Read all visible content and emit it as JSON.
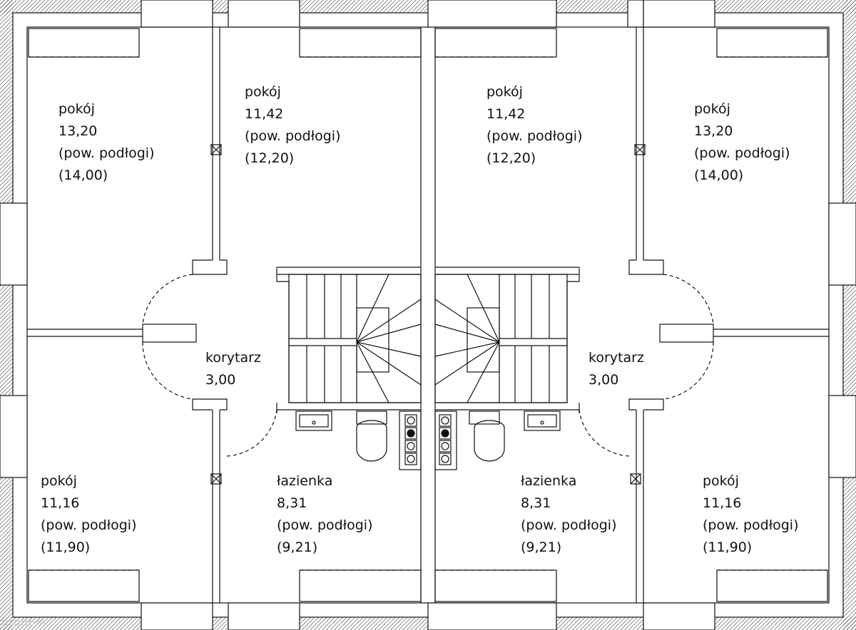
{
  "plan": {
    "rooms": [
      {
        "id": "room-top-left",
        "lines": [
          "pokój",
          "13,20",
          "(pow. podłogi)",
          "(14,00)"
        ]
      },
      {
        "id": "room-top-center-l",
        "lines": [
          "pokój",
          "11,42",
          "(pow. podłogi)",
          "(12,20)"
        ]
      },
      {
        "id": "room-top-center-r",
        "lines": [
          "pokój",
          "11,42",
          "(pow. podłogi)",
          "(12,20)"
        ]
      },
      {
        "id": "room-top-right",
        "lines": [
          "pokój",
          "13,20",
          "(pow. podłogi)",
          "(14,00)"
        ]
      },
      {
        "id": "corridor-left",
        "lines": [
          "korytarz",
          "3,00"
        ]
      },
      {
        "id": "corridor-right",
        "lines": [
          "korytarz",
          "3,00"
        ]
      },
      {
        "id": "room-bottom-left",
        "lines": [
          "pokój",
          "11,16",
          "(pow. podłogi)",
          "(11,90)"
        ]
      },
      {
        "id": "bath-left",
        "lines": [
          "łazienka",
          "8,31",
          "(pow. podłogi)",
          "(9,21)"
        ]
      },
      {
        "id": "bath-right",
        "lines": [
          "łazienka",
          "8,31",
          "(pow. podłogi)",
          "(9,21)"
        ]
      },
      {
        "id": "room-bottom-right",
        "lines": [
          "pokój",
          "11,16",
          "(pow. podłogi)",
          "(11,90)"
        ]
      }
    ],
    "watermark": "otodom",
    "colors": {
      "wall": "#111111",
      "background": "#ffffff",
      "hatch": "#444444"
    }
  }
}
